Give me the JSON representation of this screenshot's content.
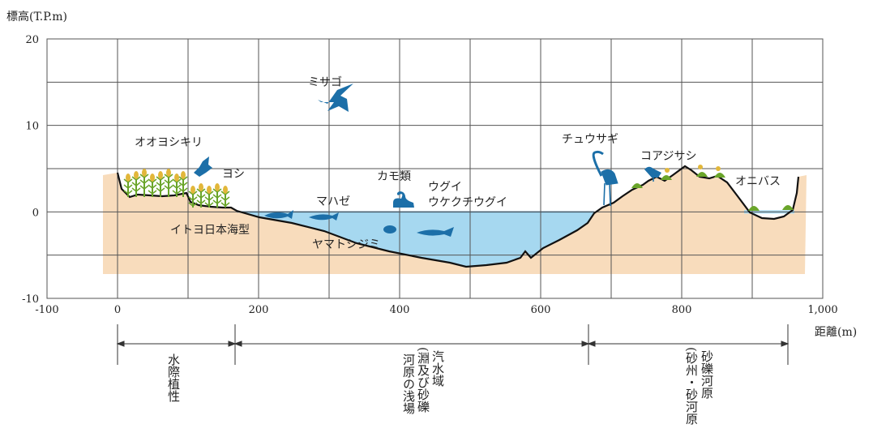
{
  "chart_data": {
    "type": "cross-section",
    "ylabel": "標高(T.P.m)",
    "xlabel": "距離(m)",
    "xlim": [
      -100,
      1000
    ],
    "ylim": [
      -10,
      20
    ],
    "x_ticks": [
      "-100",
      "0",
      "200",
      "400",
      "600",
      "800",
      "1,000"
    ],
    "y_ticks": [
      "-10",
      "0",
      "10",
      "20"
    ],
    "water_level": 0,
    "grid": true
  },
  "species_labels": {
    "osprey": "ミサゴ",
    "great_reed_warbler": "オオヨシキリ",
    "reed": "ヨシ",
    "goby": "マハゼ",
    "ducks": "カモ類",
    "bush_warbler": "ウグイ",
    "dace": "ウケクチウグイ",
    "stickleback": "イトヨ日本海型",
    "clam": "ヤマトシジミ",
    "egret": "チュウサギ",
    "plover": "コアジサシ",
    "lotus": "オニバス"
  },
  "zones": {
    "waterside": "水際植性",
    "brackish": [
      "汽水域",
      "(淵及び砂礫",
      "河原の浅場"
    ],
    "gravel": [
      "砂礫河原",
      "(砂州・砂河原"
    ]
  },
  "colors": {
    "ground": "#f8dcbc",
    "water": "#a6d8f0",
    "animal": "#1c6fa8",
    "reed_green": "#6aa52a",
    "reed_yellow": "#e2b73a",
    "grid": "#555555"
  }
}
